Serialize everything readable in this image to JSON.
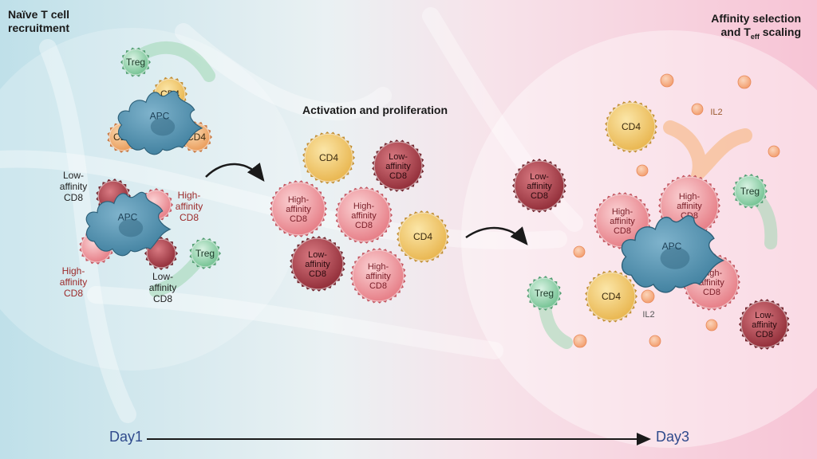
{
  "headings": {
    "naive": [
      "Naïve T cell",
      "recruitment"
    ],
    "activation": "Activation and proliferation",
    "affinity": [
      "Affinity selection",
      "and T",
      "eff",
      " scaling"
    ]
  },
  "cells": {
    "treg": "Treg",
    "cd4": "CD4",
    "apc": "APC",
    "low_cd8": [
      "Low-",
      "affinity",
      "CD8"
    ],
    "high_cd8": [
      "High-",
      "affinity",
      "CD8"
    ]
  },
  "il2": "IL2",
  "timeline": {
    "start": "Day1",
    "end": "Day3"
  },
  "colors": {
    "bg_left": "#bfe0e9",
    "bg_right": "#f7c4d5",
    "apc": "#3f7f9e",
    "cd4": "#f0c060",
    "treg": "#8ed3a8",
    "high_cd8": "#ee8e95",
    "low_cd8": "#a63a44",
    "il2": "#f3a070",
    "timeline": "#2f4a8c"
  }
}
